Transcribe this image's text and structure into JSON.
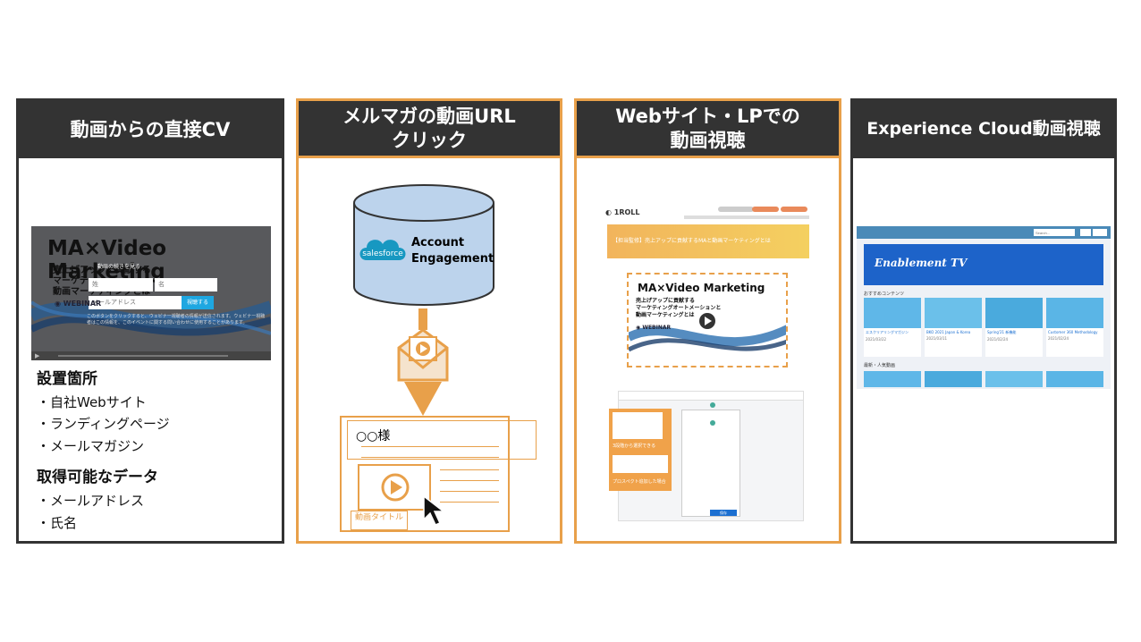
{
  "panels": [
    {
      "title": "動画からの直接CV",
      "video": {
        "title": "MA×Video Marketing",
        "subtitle_lines": [
          "売上げアップに貢献する",
          "マーケテ",
          "動画マーケティングとは"
        ],
        "overlay_text": "動画の続きを見る",
        "field_last": "姓",
        "field_first": "名",
        "field_email": "メールアドレス",
        "button": "視聴する",
        "webinar": "WEBINAR",
        "desc": "このボタンをクリックすると、ウェビナー視聴者の情報が送信されます。ウェビナー視聴者はこの情報を、このイベントに関する問い合わせに使用することがあります。"
      },
      "placement_title": "設置箇所",
      "placement_items": [
        "・自社Webサイト",
        "・ランディングページ",
        "・メールマガジン"
      ],
      "data_title": "取得可能なデータ",
      "data_items": [
        "・メールアドレス",
        "・氏名"
      ]
    },
    {
      "title_line1": "メルマガの動画URL",
      "title_line2": "クリック",
      "cylinder_label_1": "Account",
      "cylinder_label_2": "Engagement",
      "logo_text": "salesforce",
      "mail_name": "○○様",
      "video_title": "動画タイトル"
    },
    {
      "title_line1": "Webサイト・LPでの",
      "title_line2": "動画視聴",
      "site_logo": "1ROLL",
      "banner": "【担当監修】売上アップに貢献するMAと動画マーケティングとは",
      "video_title": "MA×Video Marketing",
      "video_sub1": "売上げアップに貢献する",
      "video_sub2": "マーケティングオートメーションと",
      "video_sub3": "動画マーケティングとは",
      "webinar": "WEBINAR",
      "flow_note1": "3段階から選択できる",
      "flow_note2": "プロスペクト追加した場合",
      "flow_btn": "保存"
    },
    {
      "title": "Experience Cloud動画視聴",
      "banner": "Enablement TV",
      "section1": "おすすめコンテンツ",
      "section2": "最新・人気動画",
      "cards": [
        {
          "title": "エスクリアリングマガジン",
          "date": "2021/03/22"
        },
        {
          "title": "BKO 2021 Japan & Korea",
          "date": "2021/03/11"
        },
        {
          "title": "Spring'21 新機能",
          "date": "2021/02/24"
        },
        {
          "title": "Customer 360 Methodology",
          "date": "2021/02/24"
        }
      ],
      "search_placeholder": "Search..."
    }
  ]
}
